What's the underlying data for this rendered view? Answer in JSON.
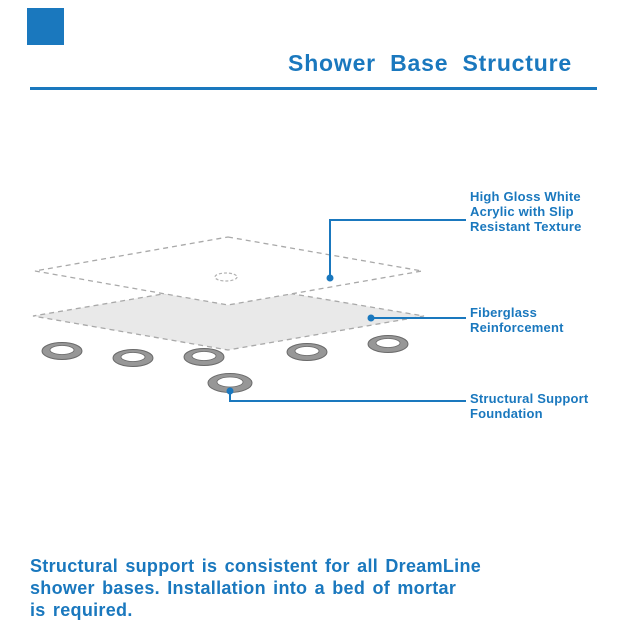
{
  "colors": {
    "accent": "#1a78be",
    "layer_fill": "#e9e9e9",
    "outline": "#a9a9a9",
    "ring_fill": "#979797",
    "ring_edge": "#6a6a6a"
  },
  "header": {
    "title": "Shower Base Structure"
  },
  "callouts": {
    "acrylic": {
      "text": "High Gloss White\nAcrylic with Slip\nResistant Texture"
    },
    "fiberglass": {
      "text": "Fiberglass\nReinforcement"
    },
    "foundation": {
      "text": "Structural Support\nFoundation"
    }
  },
  "diagram": {
    "layers": [
      "acrylic-top-layer",
      "fiberglass-reinforcement-layer",
      "structural-support-feet"
    ],
    "feet_count": 6
  },
  "footer": {
    "text": "Structural support is consistent for all DreamLine\nshower bases. Installation into a bed of mortar\nis required."
  }
}
